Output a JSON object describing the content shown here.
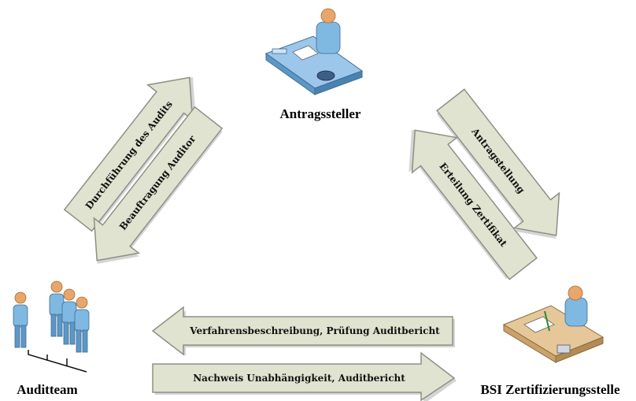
{
  "nodes": {
    "applicant": "Antragssteller",
    "audit_team": "Auditteam",
    "bsi": "BSI Zertifizierungsstelle"
  },
  "arrows": {
    "conduct_audit": "Durchführung des Audits",
    "assign_auditor": "Beauftragung Auditor",
    "application": "Antragstellung",
    "certificate": "Erteilung Zertifikat",
    "procedure": "Verfahrensbeschreibung, Prüfung Auditbericht",
    "evidence": "Nachweis Unabhängigkeit, Auditbericht"
  }
}
